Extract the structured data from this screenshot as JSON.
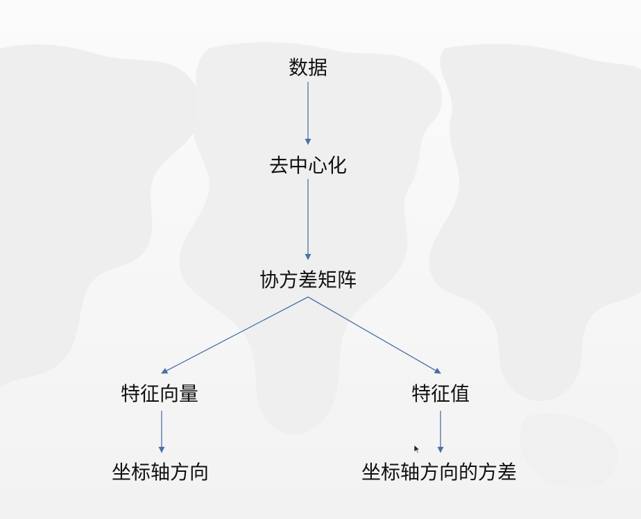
{
  "diagram": {
    "nodes": [
      {
        "id": "data",
        "label": "数据"
      },
      {
        "id": "centering",
        "label": "去中心化"
      },
      {
        "id": "covariance",
        "label": "协方差矩阵"
      },
      {
        "id": "eigenvectors",
        "label": "特征向量"
      },
      {
        "id": "eigenvalues",
        "label": "特征值"
      },
      {
        "id": "axis-direction",
        "label": "坐标轴方向"
      },
      {
        "id": "axis-variance",
        "label": "坐标轴方向的方差"
      }
    ],
    "edges": [
      {
        "from": "data",
        "to": "centering"
      },
      {
        "from": "centering",
        "to": "covariance"
      },
      {
        "from": "covariance",
        "to": "eigenvectors"
      },
      {
        "from": "covariance",
        "to": "eigenvalues"
      },
      {
        "from": "eigenvectors",
        "to": "axis-direction"
      },
      {
        "from": "eigenvalues",
        "to": "axis-variance"
      }
    ],
    "colors": {
      "arrow": "#4a6fa5",
      "text": "#111111",
      "map": "#ececec"
    }
  }
}
